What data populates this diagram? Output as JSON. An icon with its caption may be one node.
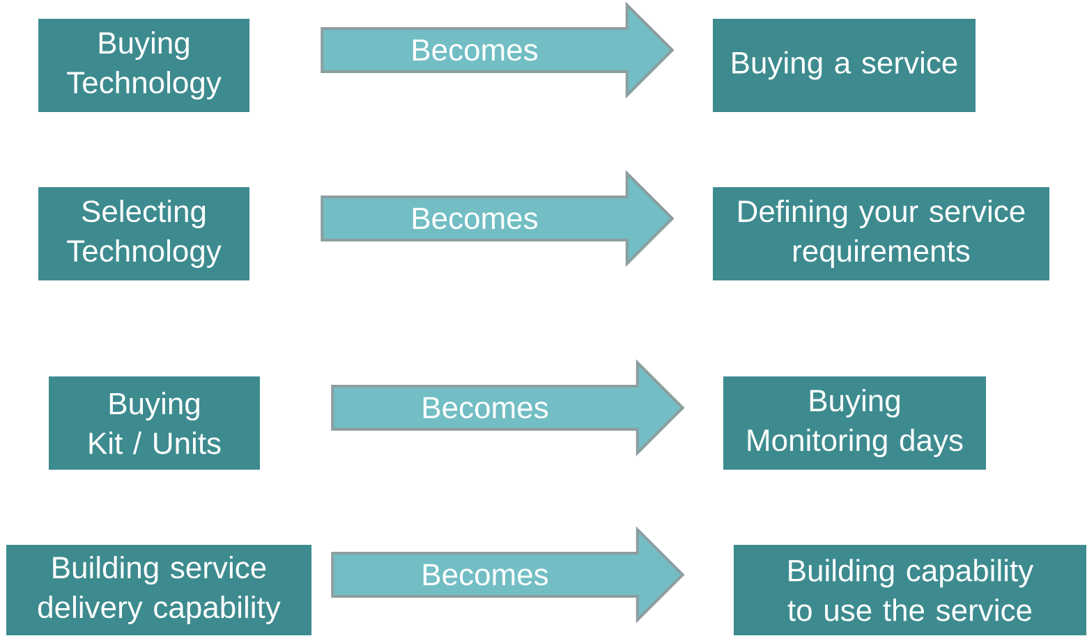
{
  "diagram": {
    "nodes": [
      {
        "text": [
          "Buying Technology"
        ]
      },
      {
        "text": [
          "Buying a service"
        ]
      },
      {
        "text": [
          "Selecting Technology"
        ]
      },
      {
        "text": [
          "Defining your service requirements"
        ]
      },
      {
        "text": [
          "Buying Kit / Units"
        ]
      },
      {
        "text": [
          "Buying Monitoring days"
        ]
      },
      {
        "text": [
          "Building service delivery capability"
        ]
      },
      {
        "text": [
          "Building capability to use the service"
        ]
      }
    ],
    "edges": [
      {
        "from": 0,
        "to": 1,
        "arrow": "to",
        "label": "Becomes"
      },
      {
        "from": 2,
        "to": 3,
        "arrow": "to",
        "label": "Becomes"
      },
      {
        "from": 4,
        "to": 5,
        "arrow": "to",
        "label": "Becomes"
      },
      {
        "from": 6,
        "to": 7,
        "arrow": "to",
        "label": "Becomes"
      }
    ]
  }
}
